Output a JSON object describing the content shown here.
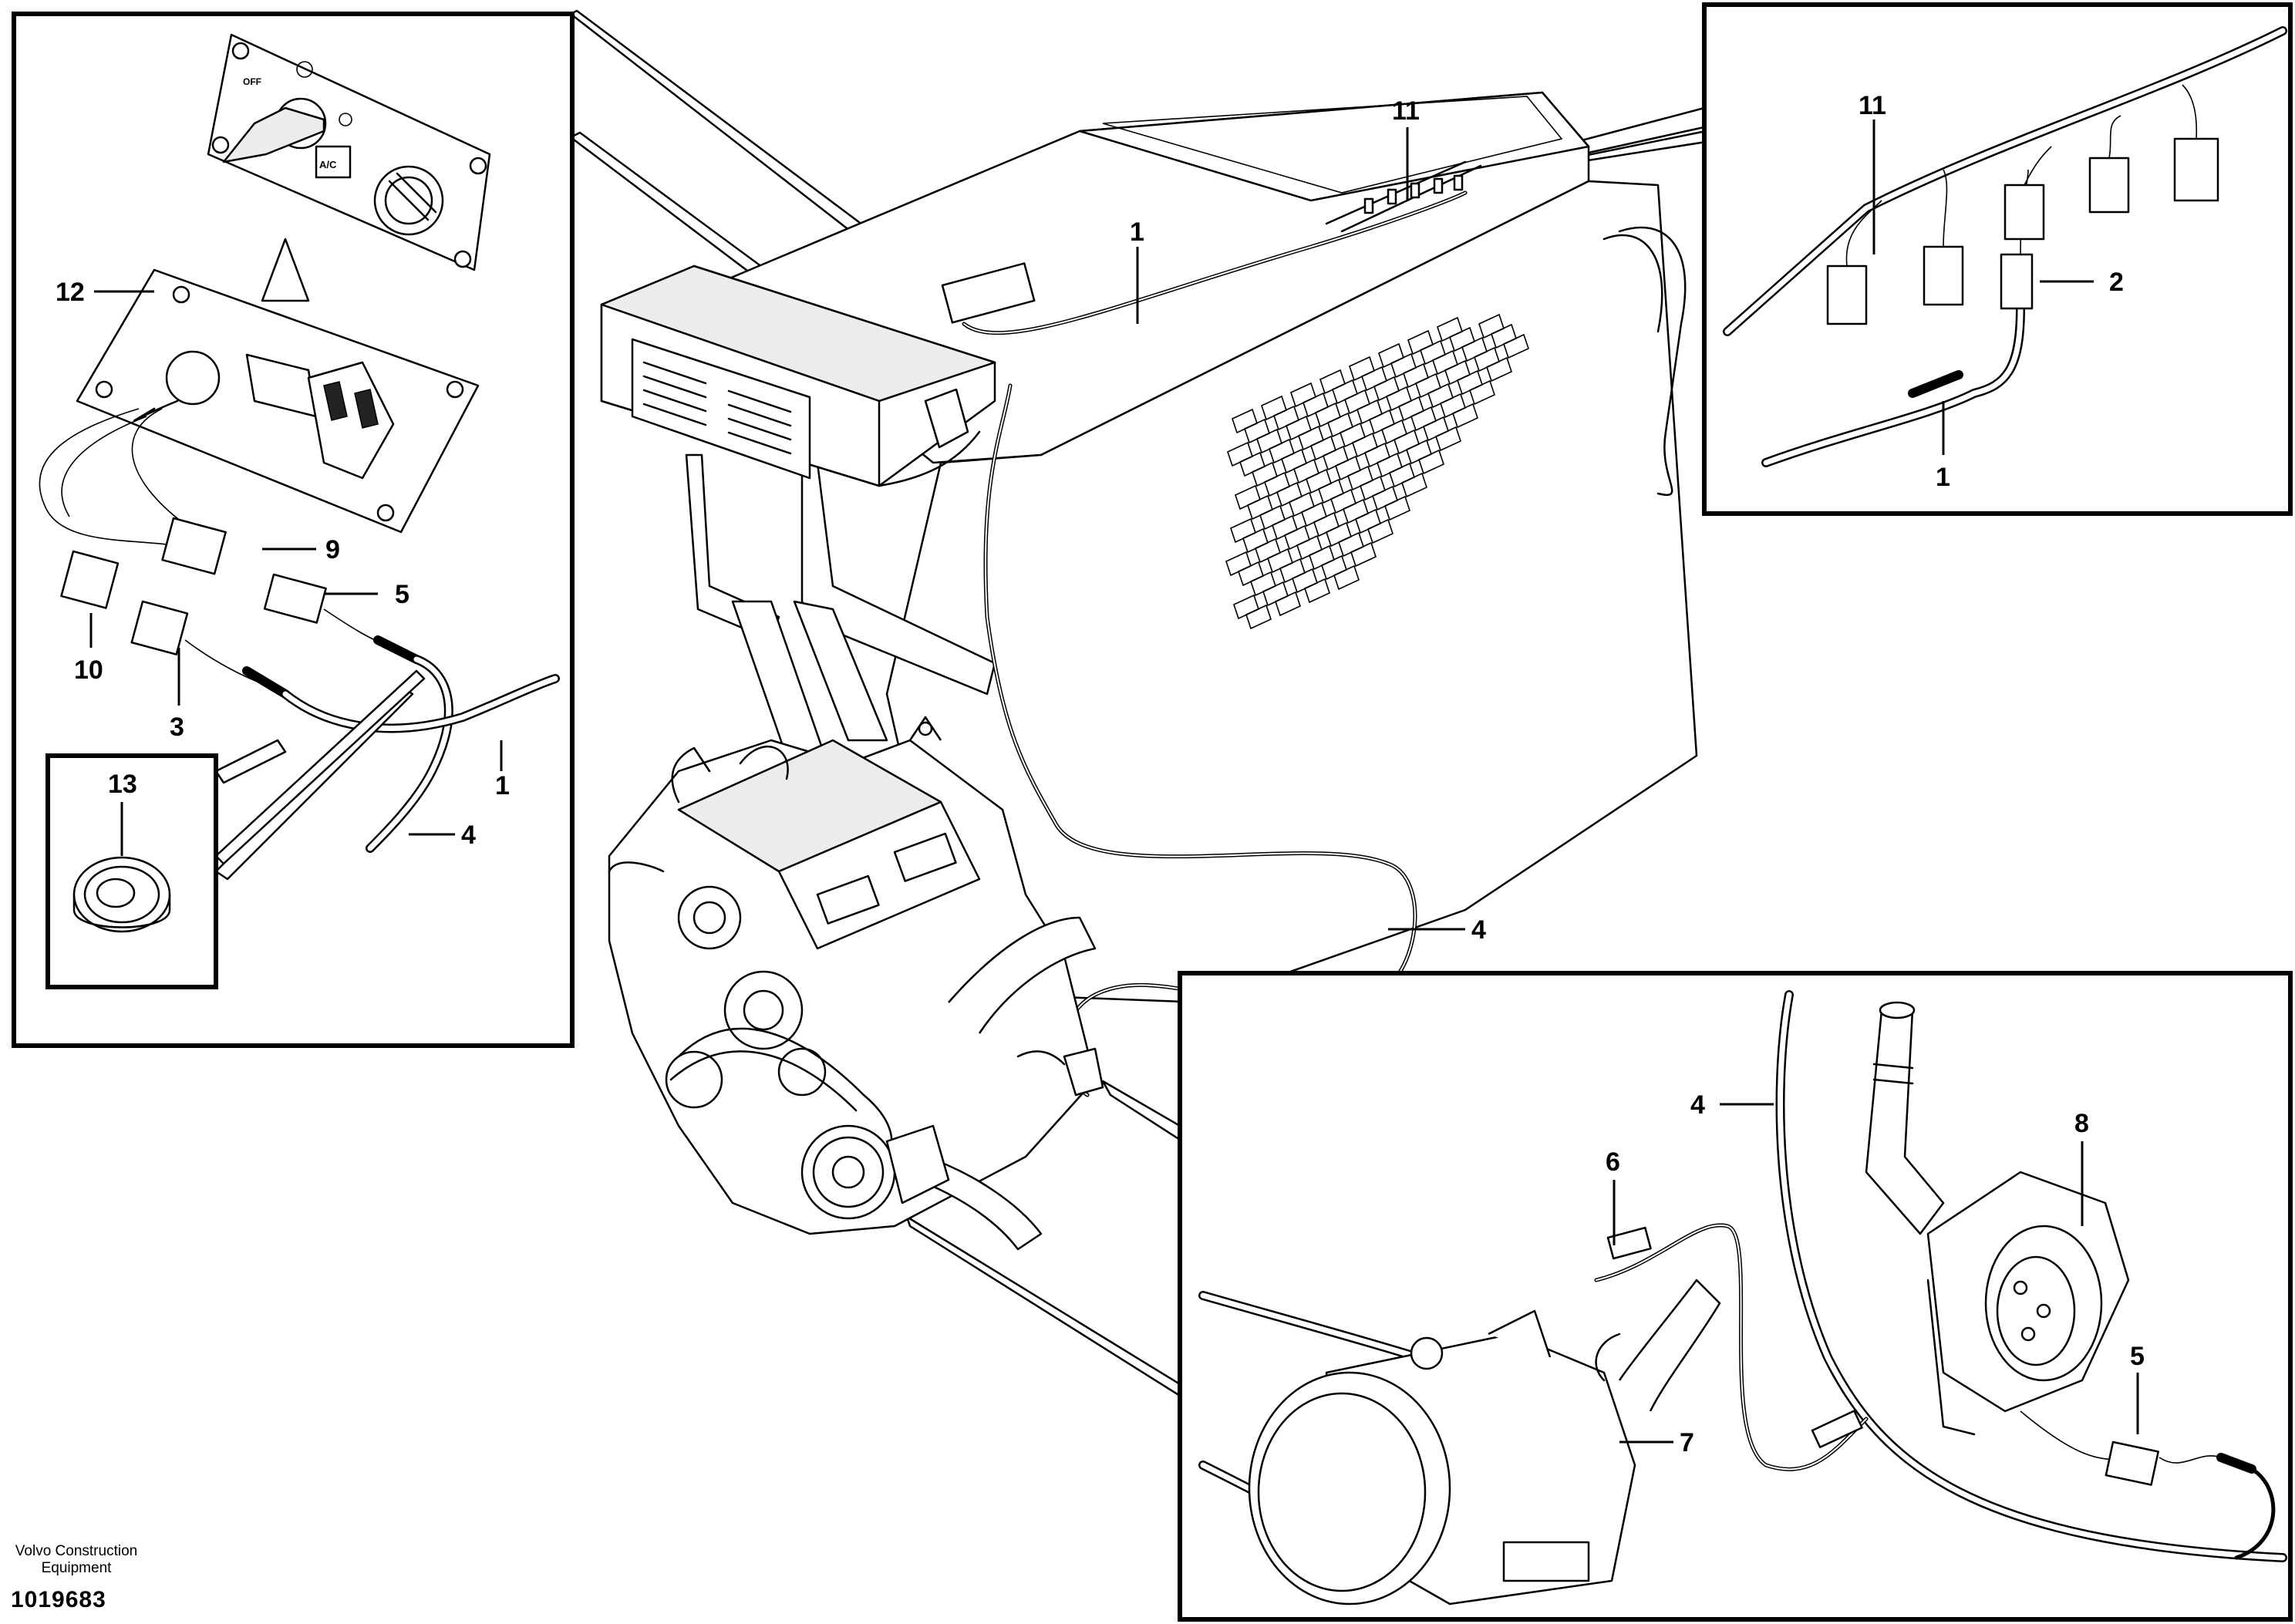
{
  "callouts": {
    "c1_cab": "1",
    "c11_cab": "11",
    "c4_main": "4",
    "c12": "12",
    "c9": "9",
    "c5_left": "5",
    "c10": "10",
    "c3": "3",
    "c1_left": "1",
    "c4_left": "4",
    "c13": "13",
    "c11_right": "11",
    "c2": "2",
    "c1_right": "1",
    "c4_bottom": "4",
    "c8": "8",
    "c6": "6",
    "c7": "7",
    "c5_bottom": "5"
  },
  "panel_labels": {
    "off": "OFF",
    "ac": "A/C"
  },
  "footer": {
    "maker_line1": "Volvo Construction",
    "maker_line2": "Equipment",
    "doc_number": "1019683"
  }
}
